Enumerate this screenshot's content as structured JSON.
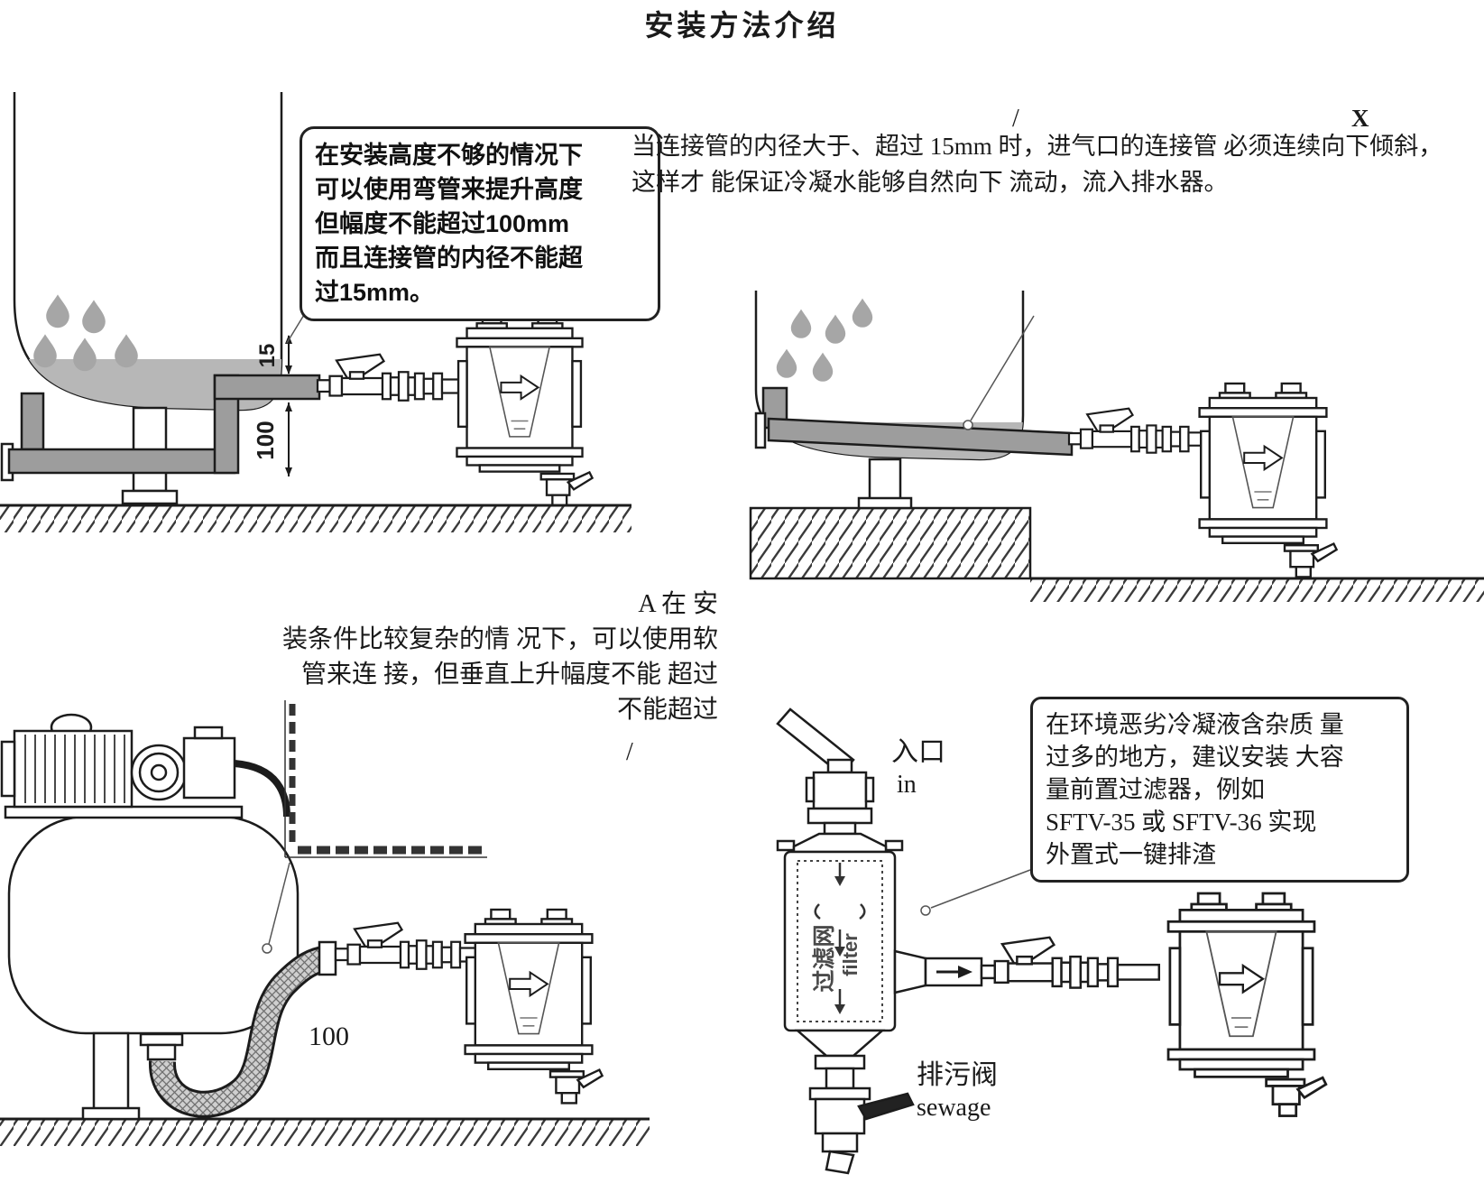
{
  "title": "安装方法介绍",
  "artifacts": {
    "slash": "/"
  },
  "colors": {
    "ink": "#1c1c1c",
    "pipe_grey": "#9d9d9d",
    "drop_grey": "#a6a6a6"
  },
  "top_left": {
    "callout_lines": [
      "在安装高度不够的情况下",
      "可以使用弯管来提升高度",
      "但幅度不能超过100mm",
      "而且连接管的内径不能超",
      "过15mm。"
    ],
    "dim_15": "15",
    "dim_100": "100"
  },
  "top_right": {
    "x_mark": "X",
    "para_line1": "当连接管的内径大于、超过 15mm 时，进气口的连接管 必须连续向下倾斜，",
    "para_line2": "这样才 能保证冷凝水能够自然向下 流动，流入排水器。"
  },
  "middle": {
    "line1": "A 在 安",
    "line2": "装条件比较复杂的情 况下，可以使用软",
    "line3": "管来连 接，但垂直上升幅度不能 超过",
    "line4": "不能超过"
  },
  "bottom_left": {
    "dim_100": "100"
  },
  "bottom_right": {
    "callout_lines": [
      "在环境恶劣冷凝液含杂质 量",
      "过多的地方，建议安装 大容",
      "量前置过滤器，例如",
      "SFTV-35 或 SFTV-36 实现",
      "外置式一键排渣"
    ],
    "inlet_zh": "入口",
    "inlet_en": "in",
    "filter_zh": "过滤网",
    "filter_en": "filter",
    "sewage_zh": "排污阀",
    "sewage_en": "sewage"
  }
}
